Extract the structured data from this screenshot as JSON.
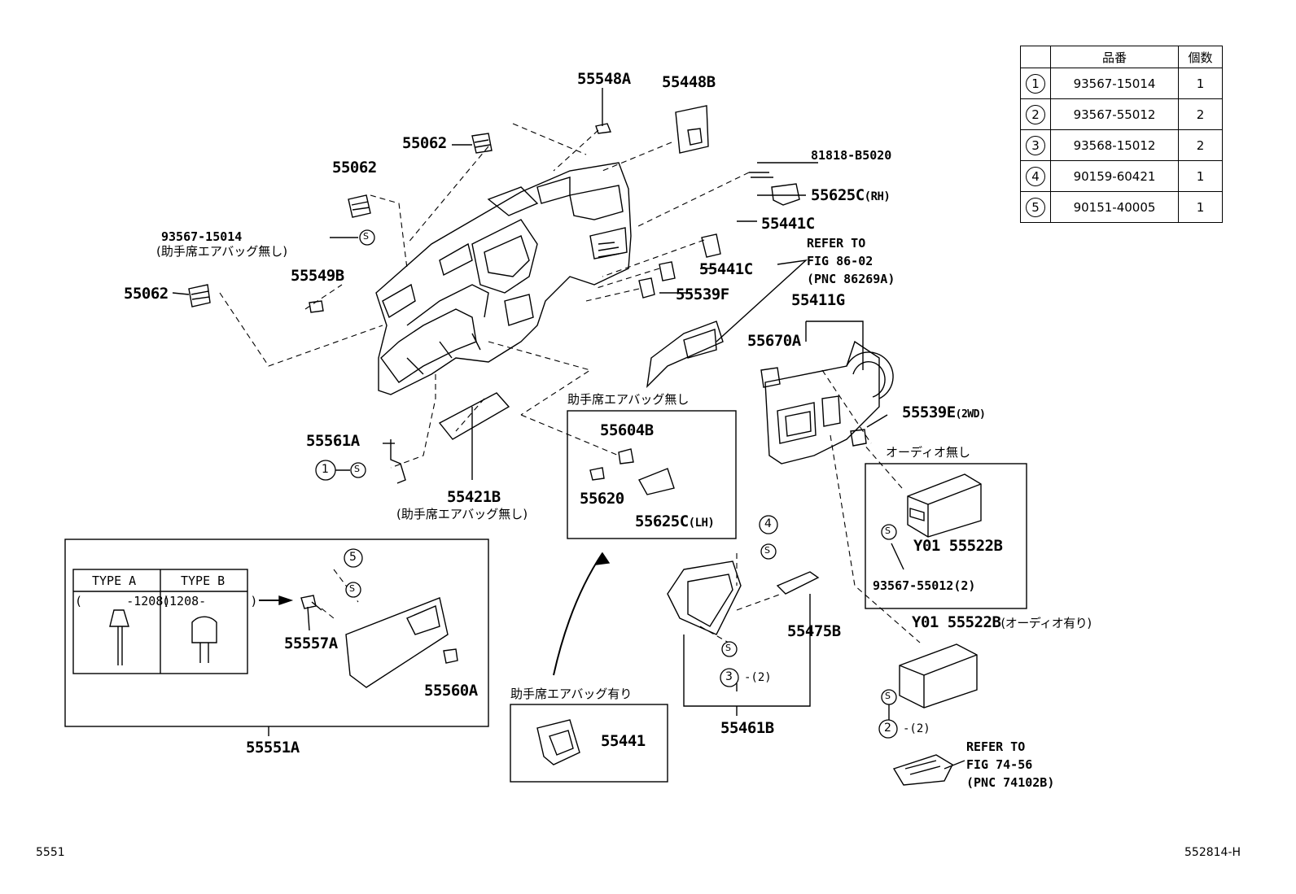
{
  "parts": {
    "p55548A": "55548A",
    "p55448B": "55448B",
    "p55062_top": "55062",
    "p55062_mid": "55062",
    "p55062_left": "55062",
    "p81818": "81818-B5020",
    "p55625C_RH": "55625C",
    "p55625C_RH_sfx": "(RH)",
    "p55441C_1": "55441C",
    "p55441C_2": "55441C",
    "p55539F": "55539F",
    "p93567_15014": "93567-15014",
    "p55549B": "55549B",
    "p55411G": "55411G",
    "p55670A": "55670A",
    "p55539E": "55539E",
    "p55539E_sfx": "(2WD)",
    "p55561A": "55561A",
    "p55421B": "55421B",
    "p55604B": "55604B",
    "p55620": "55620",
    "p55625C_LH": "55625C",
    "p55625C_LH_sfx": "(LH)",
    "p55557A": "55557A",
    "p55560A": "55560A",
    "p55551A": "55551A",
    "p55441": "55441",
    "p55475B": "55475B",
    "p55461B": "55461B",
    "p55522B_upper": "Y01 55522B",
    "p55522B_lower": "Y01 55522B",
    "p93567_55012": "93567-55012(2)"
  },
  "notes": {
    "no_airbag_1": "(助手席エアバッグ無し)",
    "no_airbag_2": "(助手席エアバッグ無し)",
    "no_airbag_box": "助手席エアバッグ無し",
    "with_airbag_box": "助手席エアバッグ有り",
    "no_audio": "オーディオ無し",
    "with_audio": "(オーディオ有り)",
    "qty2_a": "-(2)",
    "qty2_b": "-(2)"
  },
  "refs": {
    "ref_86_line1": "REFER TO",
    "ref_86_line2": "FIG 86-02",
    "ref_86_line3": "(PNC 86269A)",
    "ref_74_line1": "REFER TO",
    "ref_74_line2": "FIG 74-56",
    "ref_74_line3": "(PNC 74102B)"
  },
  "types": {
    "type_a": "TYPE A",
    "type_b": "TYPE B",
    "type_a_range": "(      -1208)",
    "type_b_range": "(1208-      )"
  },
  "callouts": {
    "c1": "1",
    "c2": "2",
    "c3": "3",
    "c4": "4",
    "c5": "5",
    "screw": "S"
  },
  "table": {
    "header_part": "品番",
    "header_qty": "個数",
    "rows": [
      {
        "no": "1",
        "part": "93567-15014",
        "qty": "1"
      },
      {
        "no": "2",
        "part": "93567-55012",
        "qty": "2"
      },
      {
        "no": "3",
        "part": "93568-15012",
        "qty": "2"
      },
      {
        "no": "4",
        "part": "90159-60421",
        "qty": "1"
      },
      {
        "no": "5",
        "part": "90151-40005",
        "qty": "1"
      }
    ]
  },
  "footer": {
    "left": "5551",
    "right": "552814-H"
  }
}
